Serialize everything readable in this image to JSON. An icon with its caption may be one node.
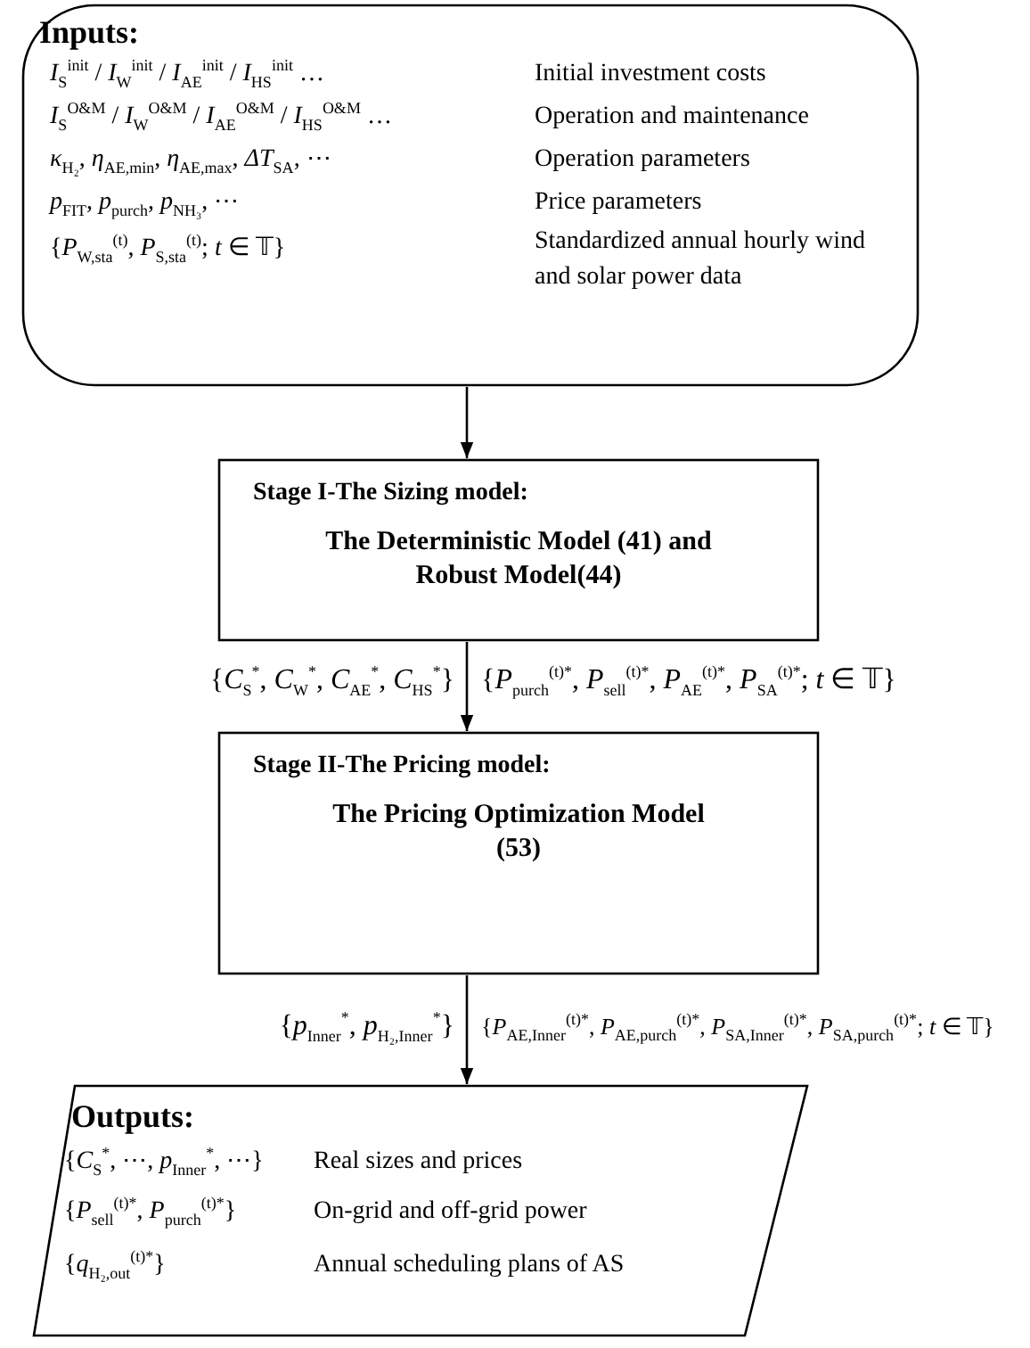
{
  "diagram": {
    "nodes": [
      {
        "text": [
          "Inputs:",
          "*I*$_{S}$$^{init}$ / *I*$_{W}$$^{init}$ / *I*$_{AE}$$^{init}$ / *I*$_{HS}$$^{init}$ …",
          "Initial investment costs",
          "*I*$_{S}$$^{O&M}$ / *I*$_{W}$$^{O&M}$ / *I*$_{AE}$$^{O&M}$ / *I*$_{HS}$$^{O&M}$ …",
          "Operation and maintenance",
          "*κ*$_{H₂}$, *η*$_{AE,min}$, *η*$_{AE,max}$, *ΔT*$_{SA}$, ⋯",
          "Operation parameters",
          "*p*$_{FIT}$, *p*$_{purch}$, *p*$_{NH₃}$, ⋯",
          "Price parameters",
          "{*P*$_{W,sta}$$^{(t)}$, *P*$_{S,sta}$$^{(t)}$; *t* ∈ 𝕋}",
          "Standardized annual hourly wind and solar power data"
        ]
      },
      {
        "text": [
          "Stage I-The Sizing model:",
          "The Deterministic Model (41) and Robust Model(44)"
        ]
      },
      {
        "text": [
          "Stage II-The Pricing model:",
          "The Pricing Optimization Model (53)"
        ]
      },
      {
        "text": [
          "Outputs:",
          "{*C*$_{S}$$^{*}$, ⋯, *p*$_{Inner}$$^{*}$, ⋯}",
          "Real sizes and prices",
          "{*P*$_{sell}$$^{(t)*}$, *P*$_{purch}$$^{(t)*}$}",
          "On-grid and off-grid  power",
          "{*q*$_{H₂,out}$$^{(t)*}$}",
          "Annual scheduling plans of AS"
        ]
      }
    ],
    "edges": [
      {
        "from": 0,
        "to": 1,
        "arrow": "to"
      },
      {
        "from": 1,
        "to": 2,
        "arrow": "to"
      },
      {
        "from": 2,
        "to": 3,
        "arrow": "to"
      }
    ],
    "labels": [
      "{*C*$_{S}$$^{*}$, *C*$_{W}$$^{*}$, *C*$_{AE}$$^{*}$, *C*$_{HS}$$^{*}$}",
      "{*P*$_{purch}$$^{(t)*}$, *P*$_{sell}$$^{(t)*}$, *P*$_{AE}$$^{(t)*}$, *P*$_{SA}$$^{(t)*}$; *t* ∈ 𝕋}",
      "{*p*$_{Inner}$$^{*}$, *p*$_{H₂,Inner}$$^{*}$}",
      "{*P*$_{AE,Inner}$$^{(t)*}$, *P*$_{AE,purch}$$^{(t)*}$, *P*$_{SA,Inner}$$^{(t)*}$, *P*$_{SA,purch}$$^{(t)*}$; *t* ∈ 𝕋}"
    ]
  }
}
